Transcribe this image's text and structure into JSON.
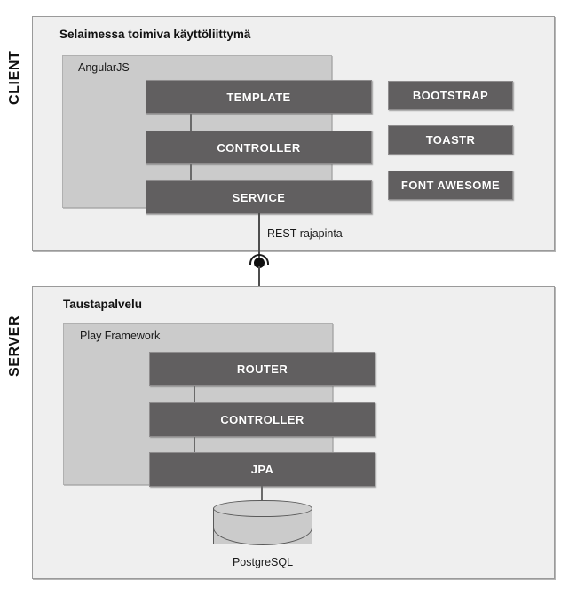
{
  "diagram": {
    "tiers": [
      {
        "id": "client",
        "tier_label": "CLIENT",
        "title": "Selaimessa toimiva käyttöliittymä",
        "framework": {
          "name": "AngularJS"
        },
        "layers": [
          {
            "label": "TEMPLATE"
          },
          {
            "label": "CONTROLLER"
          },
          {
            "label": "SERVICE"
          }
        ],
        "libraries": [
          {
            "label": "BOOTSTRAP"
          },
          {
            "label": "TOASTR"
          },
          {
            "label": "FONT AWESOME"
          }
        ]
      },
      {
        "id": "server",
        "tier_label": "SERVER",
        "title": "Taustapalvelu",
        "framework": {
          "name": "Play Framework"
        },
        "layers": [
          {
            "label": "ROUTER"
          },
          {
            "label": "CONTROLLER"
          },
          {
            "label": "JPA"
          }
        ],
        "libraries": []
      }
    ],
    "connector": {
      "label": "REST-rajapinta",
      "style": "ball-and-socket"
    },
    "database": {
      "label": "PostgreSQL"
    },
    "colors": {
      "tier_background": "#efefef",
      "tier_border": "#9a9a9a",
      "framework_background": "#cbcbcb",
      "framework_border": "#b0b0b0",
      "layer_background": "#615f60",
      "layer_text": "#ffffff",
      "connector_line": "#4e4e4e",
      "database_fill": "#cbcbcb",
      "database_stroke": "#5a5a5a",
      "text": "#111111",
      "page_background": "#ffffff"
    }
  }
}
